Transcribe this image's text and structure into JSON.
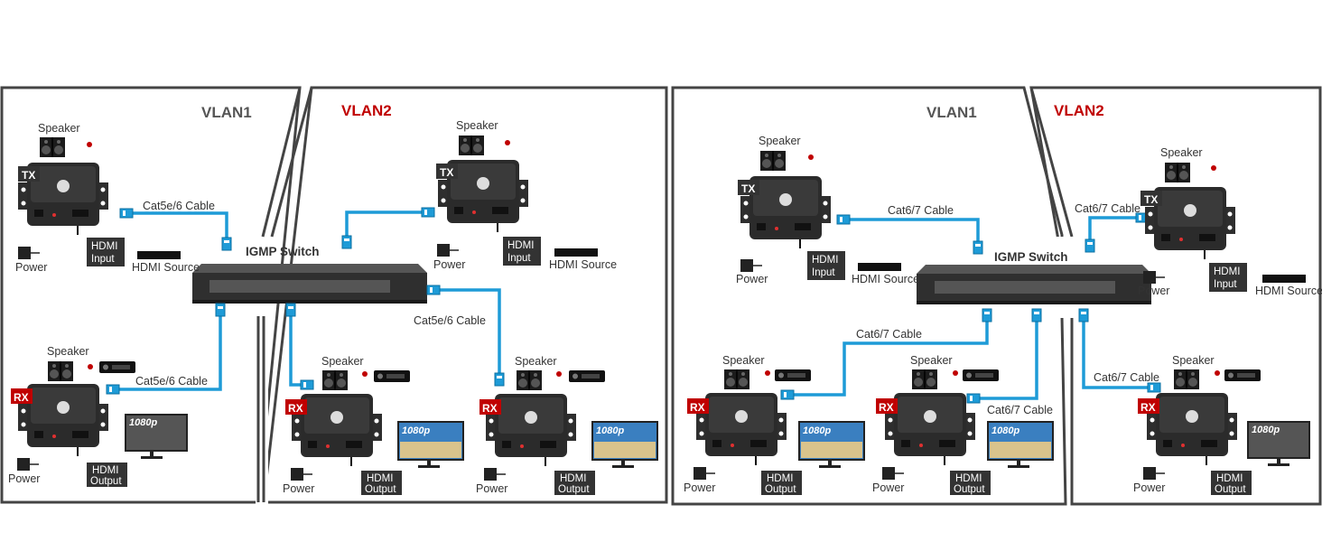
{
  "left": {
    "vlan1": "VLAN1",
    "vlan2": "VLAN2",
    "switch": "IGMP Switch",
    "cables": [
      "Cat5e/6 Cable",
      "Cat5e/6 Cable",
      "Cat5e/6 Cable"
    ],
    "tx": [
      {
        "tag": "TX",
        "speaker": "Speaker",
        "power": "Power",
        "hdmi_in_1": "HDMI",
        "hdmi_in_2": "Input",
        "source": "HDMI Source"
      },
      {
        "tag": "TX",
        "speaker": "Speaker",
        "power": "Power",
        "hdmi_in_1": "HDMI",
        "hdmi_in_2": "Input",
        "source": "HDMI Source"
      }
    ],
    "rx": [
      {
        "tag": "RX",
        "speaker": "Speaker",
        "power": "Power",
        "out_1": "HDMI",
        "out_2": "Output",
        "res": "1080p"
      },
      {
        "tag": "RX",
        "speaker": "Speaker",
        "power": "Power",
        "out_1": "HDMI",
        "out_2": "Output",
        "res": "1080p"
      },
      {
        "tag": "RX",
        "speaker": "Speaker",
        "power": "Power",
        "out_1": "HDMI",
        "out_2": "Output",
        "res": "1080p"
      }
    ]
  },
  "right": {
    "vlan1": "VLAN1",
    "vlan2": "VLAN2",
    "switch": "IGMP Switch",
    "cables": [
      "Cat6/7 Cable",
      "Cat6/7 Cable",
      "Cat6/7 Cable",
      "Cat6/7 Cable",
      "Cat6/7 Cable"
    ],
    "tx": [
      {
        "tag": "TX",
        "speaker": "Speaker",
        "power": "Power",
        "hdmi_in_1": "HDMI",
        "hdmi_in_2": "Input",
        "source": "HDMI Source"
      },
      {
        "tag": "TX",
        "speaker": "Speaker",
        "power": "Power",
        "hdmi_in_1": "HDMI",
        "hdmi_in_2": "Input",
        "source": "HDMI Source"
      }
    ],
    "rx": [
      {
        "tag": "RX",
        "speaker": "Speaker",
        "power": "Power",
        "out_1": "HDMI",
        "out_2": "Output",
        "res": "1080p"
      },
      {
        "tag": "RX",
        "speaker": "Speaker",
        "power": "Power",
        "out_1": "HDMI",
        "out_2": "Output",
        "res": "1080p"
      },
      {
        "tag": "RX",
        "speaker": "Speaker",
        "power": "Power",
        "out_1": "HDMI",
        "out_2": "Output",
        "res": "1080p"
      }
    ]
  },
  "colors": {
    "vlan1": "#555555",
    "vlan2": "#c00000",
    "cable": "#1e9bd7",
    "frame": "#444444",
    "device": "#2b2b2b",
    "tag": "#333333",
    "rx_tag": "#c00000"
  }
}
